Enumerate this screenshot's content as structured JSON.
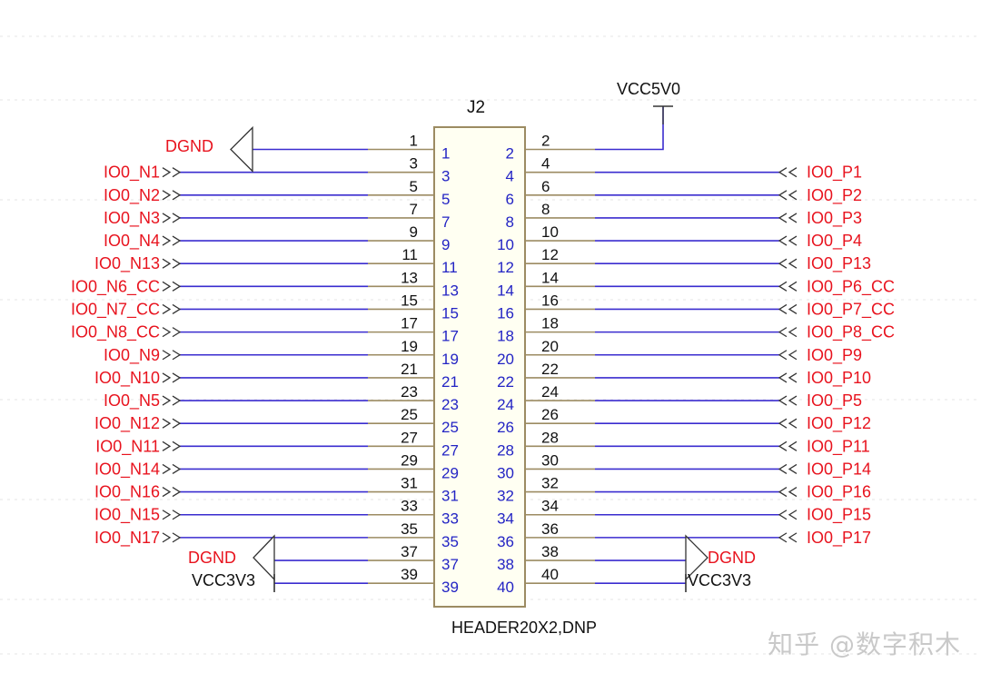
{
  "ref": "J2",
  "part": "HEADER20X2,DNP",
  "power_top": "VCC5V0",
  "ground_label": "DGND",
  "vcc3v3_label": "VCC3V3",
  "watermark": "知乎 @数字积木",
  "colors": {
    "net_label": "#e8131e",
    "wire": "#3a2ccf",
    "pin_stub": "#9c8b62",
    "body_border": "#9c8b62",
    "body_fill": "#fffff2",
    "inner_pin_num": "#2324c4",
    "text": "#111111"
  },
  "left_nets": [
    "IO0_N1",
    "IO0_N2",
    "IO0_N3",
    "IO0_N4",
    "IO0_N13",
    "IO0_N6_CC",
    "IO0_N7_CC",
    "IO0_N8_CC",
    "IO0_N9",
    "IO0_N10",
    "IO0_N5",
    "IO0_N12",
    "IO0_N11",
    "IO0_N14",
    "IO0_N16",
    "IO0_N15",
    "IO0_N17"
  ],
  "right_nets": [
    "IO0_P1",
    "IO0_P2",
    "IO0_P3",
    "IO0_P4",
    "IO0_P13",
    "IO0_P6_CC",
    "IO0_P7_CC",
    "IO0_P8_CC",
    "IO0_P9",
    "IO0_P10",
    "IO0_P5",
    "IO0_P12",
    "IO0_P11",
    "IO0_P14",
    "IO0_P16",
    "IO0_P15",
    "IO0_P17"
  ]
}
